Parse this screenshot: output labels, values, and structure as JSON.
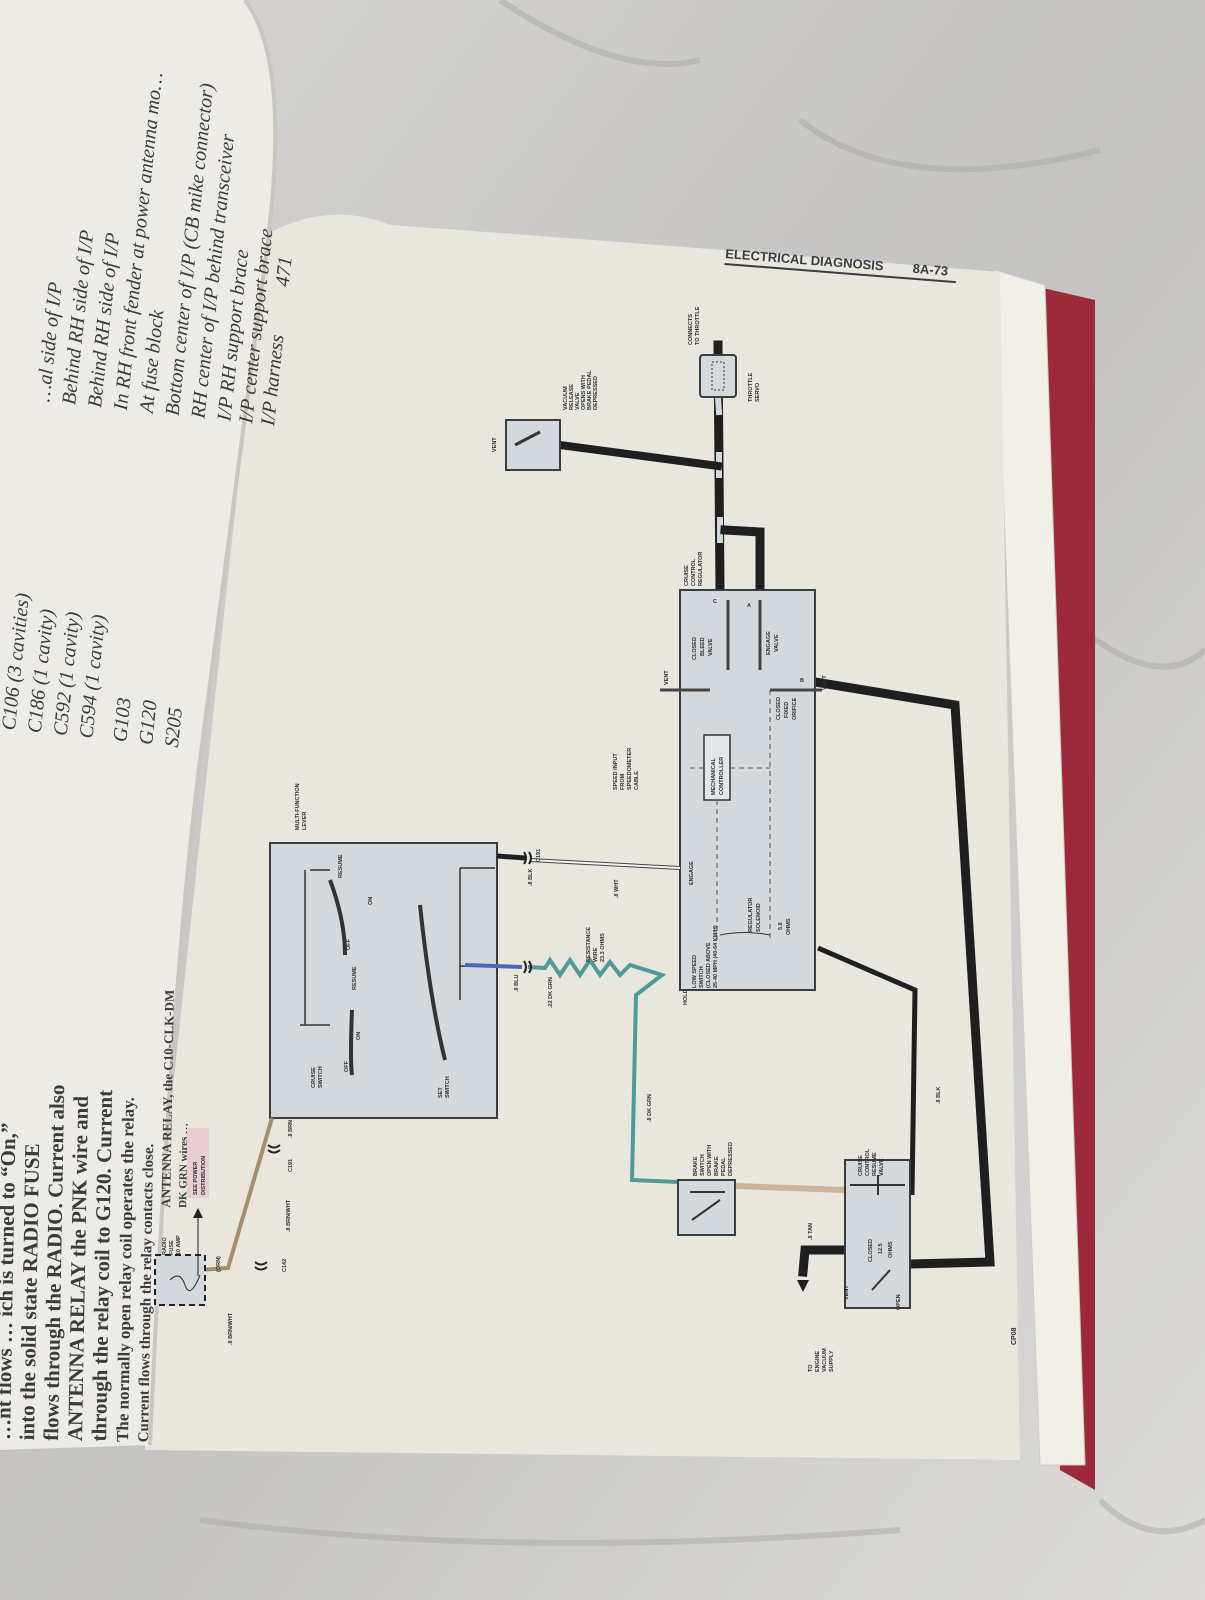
{
  "colors": {
    "page": "#e9e6dd",
    "diagram_box": "#d3d8dc",
    "wire_green": "#4f9a96",
    "wire_blue": "#4a69b5",
    "wire_tan": "#c9b497",
    "hose": "#1f1f1f",
    "cover": "#9c2a3a"
  },
  "left_page": {
    "index_rows": [
      {
        "id": "C106 (3 cavities)",
        "loc": "…al side of I/P"
      },
      {
        "id": "C186 (1 cavity)",
        "loc": "Behind RH side of I/P"
      },
      {
        "id": "C592 (1 cavity)",
        "loc": "Behind RH side of I/P"
      },
      {
        "id": "C594 (1 cavity)",
        "loc": "In RH front fender at power antenna mo…"
      },
      {
        "id": "G103",
        "loc": "At fuse block"
      },
      {
        "id": "G120",
        "loc": "Bottom center of I/P (CB mike connector)"
      },
      {
        "id": "S205",
        "loc": "RH center of I/P behind transceiver"
      },
      {
        "id": "",
        "loc": "I/P RH support brace"
      },
      {
        "id": "",
        "loc": "I/P center support brace"
      },
      {
        "id": "",
        "loc": "I/P harness"
      }
    ],
    "page_ref": "471",
    "body_lines": [
      "…nt flows … ich is turned to “On,”",
      "into the solid state RADIO FUSE",
      "flows through the RADIO. Current also",
      "ANTENNA RELAY the PNK wire and",
      "through the relay coil to G120. Current",
      "The normally open relay coil operates the relay.",
      "Current flows through the relay contacts close.",
      "ANTENNA RELAY, the C10-CLK-DM",
      "DK GRN wires …"
    ]
  },
  "header": {
    "title": "ELECTRICAL DIAGNOSIS",
    "page": "8A-73"
  },
  "footer_code": "CP08",
  "labels": {
    "connects": [
      "CONNECTS",
      "TO THROTTLE"
    ],
    "servo": [
      "THROTTLE",
      "SERVO"
    ],
    "vacuum_release": [
      "VACUUM",
      "RELEASE",
      "VALVE",
      "OPENS WITH",
      "BRAKE PEDAL",
      "DEPRESSED"
    ],
    "vent": "VENT",
    "regulator": [
      "CRUISE",
      "CONTROL",
      "REGULATOR"
    ],
    "port_c": "C",
    "port_a": "A",
    "port_b": "B",
    "bleed": [
      "CLOSED",
      "BLEED",
      "VALVE"
    ],
    "engage_valve": [
      "ENGAGE",
      "VALVE"
    ],
    "orifice": [
      "CLOSED",
      "FIXED",
      "ORIFICE"
    ],
    "mech": [
      "MECHANICAL",
      "CONTROLLER"
    ],
    "speed_input": [
      "SPEED INPUT",
      "FROM",
      "SPEEDOMETER",
      "CABLE"
    ],
    "lever": [
      "MULTI-FUNCTION",
      "LEVER"
    ],
    "c191": "C191",
    "c142": "C142",
    "blk": ".8 BLK",
    "wht": ".8 WHT",
    "blu": ".8 BLU",
    "dkgrn22": ".22 DK GRN",
    "dkgrn": ".8 DK GRN",
    "tan": ".8 TAN",
    "brn": ".8 BRN",
    "brnwht": ".8 BRN/WHT",
    "orn": "(ORN)",
    "engage": "ENGAGE",
    "hold": "HOLD",
    "solenoid": [
      "REGULATOR",
      "SOLENOID"
    ],
    "sol_ohms": [
      "5.8",
      "OHMS"
    ],
    "resistance": [
      "RESISTANCE",
      "WIRE",
      "23.3 OHMS"
    ],
    "low_speed": [
      "LOW SPEED",
      "SWITCH",
      "(CLOSED ABOVE",
      "25-40 MPH (40-64 KM/H)"
    ],
    "resume": "RESUME",
    "on": "ON",
    "off": "OFF",
    "cruise_switch": [
      "CRUISE",
      "SWITCH"
    ],
    "set_switch": [
      "SET",
      "SWITCH"
    ],
    "brake_switch": [
      "BRAKE",
      "SWITCH",
      "OPEN WITH",
      "BRAKE",
      "PEDAL",
      "DEPRESSED"
    ],
    "resume_valve": [
      "CRUISE",
      "CONTROL",
      "RESUME",
      "VALVE"
    ],
    "rv_inner": [
      "CLOSED",
      "12.5",
      "OHMS"
    ],
    "open": "OPEN",
    "engine_vac": [
      "TO",
      "ENGINE",
      "VACUUM",
      "SUPPLY"
    ],
    "power_dist": [
      "SEE POWER",
      "DISTRIBUTION"
    ],
    "radio_fuse": [
      "RADIO",
      "FUSE",
      "10 AMP"
    ]
  }
}
